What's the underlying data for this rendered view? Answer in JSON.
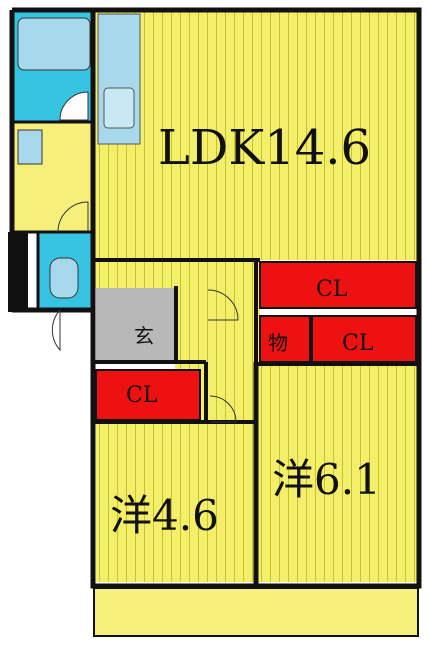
{
  "rooms": {
    "ldk": {
      "label": "LDK14.6"
    },
    "west_small": {
      "label": "洋4.6"
    },
    "west_large": {
      "label": "洋6.1"
    },
    "entrance": {
      "label": "玄"
    },
    "storage": {
      "label": "物"
    },
    "closet_ldk": {
      "label": "CL"
    },
    "closet_right": {
      "label": "CL"
    },
    "closet_left": {
      "label": "CL"
    }
  },
  "colors": {
    "floor": "#f3ef6a",
    "stripe": "#c9c22a",
    "wall": "#111111",
    "closet": "#ee1111",
    "bath": "#36c4e2",
    "wet_floor": "#f6f07a",
    "entrance": "#b8b8b8",
    "balcony": "#f6f07a",
    "fixture": "#a8d8ec"
  }
}
